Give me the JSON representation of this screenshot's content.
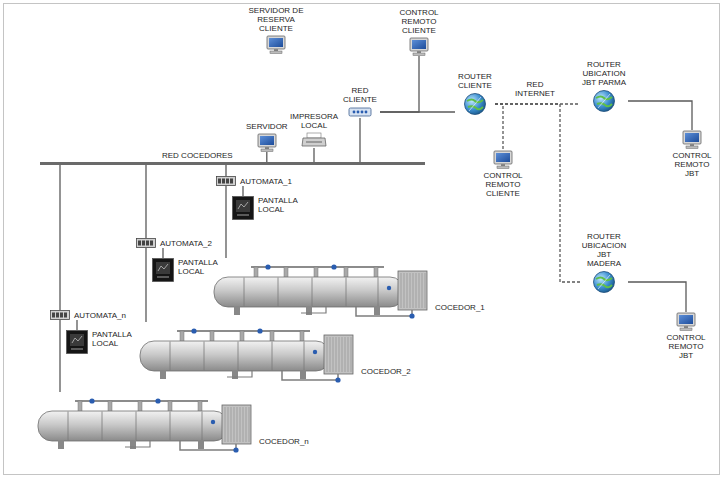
{
  "diagram": {
    "nodes": [
      {
        "text": [
          "SERVIDOR DE RESERVA CLIENTE"
        ]
      },
      {
        "text": [
          "CONTROL REMOTO CLIENTE"
        ]
      },
      {
        "text": [
          "SERVIDOR"
        ]
      },
      {
        "text": [
          "RED CLIENTE"
        ]
      },
      {
        "text": [
          "IMPRESORA LOCAL"
        ]
      },
      {
        "text": [
          "ROUTER CLIENTE"
        ]
      },
      {
        "text": [
          "CONTROL REMOTO CLIENTE"
        ]
      },
      {
        "text": [
          "ROUTER UBICATION JBT PARMA"
        ]
      },
      {
        "text": [
          "CONTROL REMOTO JBT"
        ]
      },
      {
        "text": [
          "ROUTER UBICACION JBT MADERA"
        ]
      },
      {
        "text": [
          "CONTROL REMOTO JBT"
        ]
      },
      {
        "text": [
          "RED COCEDORES"
        ]
      },
      {
        "text": [
          "AUTOMATA_1"
        ]
      },
      {
        "text": [
          "PANTALLA LOCAL"
        ]
      },
      {
        "text": [
          "AUTOMATA_2"
        ]
      },
      {
        "text": [
          "PANTALLA LOCAL"
        ]
      },
      {
        "text": [
          "AUTOMATA_n"
        ]
      },
      {
        "text": [
          "PANTALLA LOCAL"
        ]
      },
      {
        "text": [
          "COCEDOR_1"
        ]
      },
      {
        "text": [
          "COCEDOR_2"
        ]
      },
      {
        "text": [
          "COCEDOR_n"
        ]
      }
    ],
    "edges": [
      {
        "from": 2,
        "to": 11,
        "arrow": "none"
      },
      {
        "from": 4,
        "to": 11,
        "arrow": "none"
      },
      {
        "from": 3,
        "to": 11,
        "arrow": "none"
      },
      {
        "from": 1,
        "to": 3,
        "arrow": "none"
      },
      {
        "from": 3,
        "to": 5,
        "arrow": "none"
      },
      {
        "from": 5,
        "to": 6,
        "arrow": "none"
      },
      {
        "from": 5,
        "to": 7,
        "arrow": "none"
      },
      {
        "from": 5,
        "to": 9,
        "arrow": "none"
      },
      {
        "from": 7,
        "to": 8,
        "arrow": "none"
      },
      {
        "from": 9,
        "to": 10,
        "arrow": "none"
      },
      {
        "from": 11,
        "to": 12,
        "arrow": "none"
      },
      {
        "from": 11,
        "to": 14,
        "arrow": "none"
      },
      {
        "from": 11,
        "to": 16,
        "arrow": "none"
      },
      {
        "from": 12,
        "to": 13,
        "arrow": "none"
      },
      {
        "from": 14,
        "to": 15,
        "arrow": "none"
      },
      {
        "from": 16,
        "to": 17,
        "arrow": "none"
      },
      {
        "from": 12,
        "to": 18,
        "arrow": "none"
      },
      {
        "from": 14,
        "to": 19,
        "arrow": "none"
      },
      {
        "from": 16,
        "to": 20,
        "arrow": "none"
      }
    ],
    "labels": [
      "RED INTERNET"
    ]
  }
}
